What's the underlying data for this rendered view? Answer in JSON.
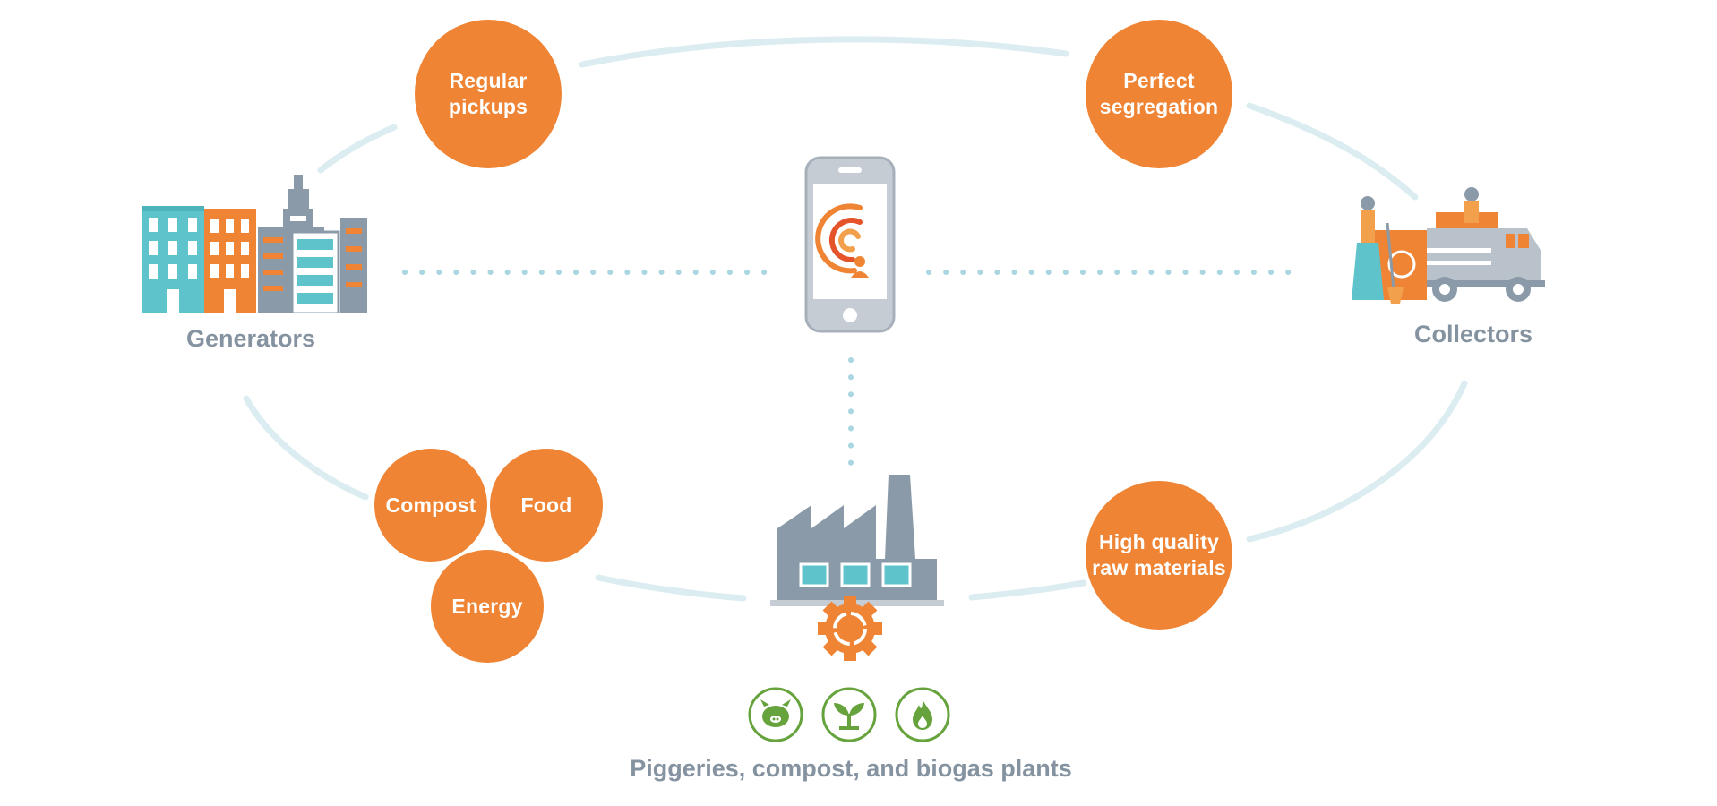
{
  "nodes": {
    "generators": {
      "label": "Generators",
      "icon": "city-buildings-icon"
    },
    "collectors": {
      "label": "Collectors",
      "icon": "waste-collection-truck-icon"
    },
    "processors": {
      "label": "Piggeries, compost, and biogas plants",
      "icon": "factory-recycle-icon"
    },
    "app": {
      "icon": "smartphone-app-icon"
    }
  },
  "benefits": {
    "regular_pickups": "Regular\npickups",
    "perfect_segregation": "Perfect\nsegregation",
    "high_quality": "High quality\nraw materials",
    "compost": "Compost",
    "food": "Food",
    "energy": "Energy"
  },
  "processor_icons": [
    "pig-icon",
    "sprout-icon",
    "flame-icon"
  ],
  "colors": {
    "bubble": "#ee8434",
    "label": "#8593a1",
    "cycle_line": "#dcedf1",
    "dotted_link": "#a9d6e0",
    "teal": "#5fc3cc",
    "gray": "#8a9aa8",
    "green": "#66a33c"
  }
}
